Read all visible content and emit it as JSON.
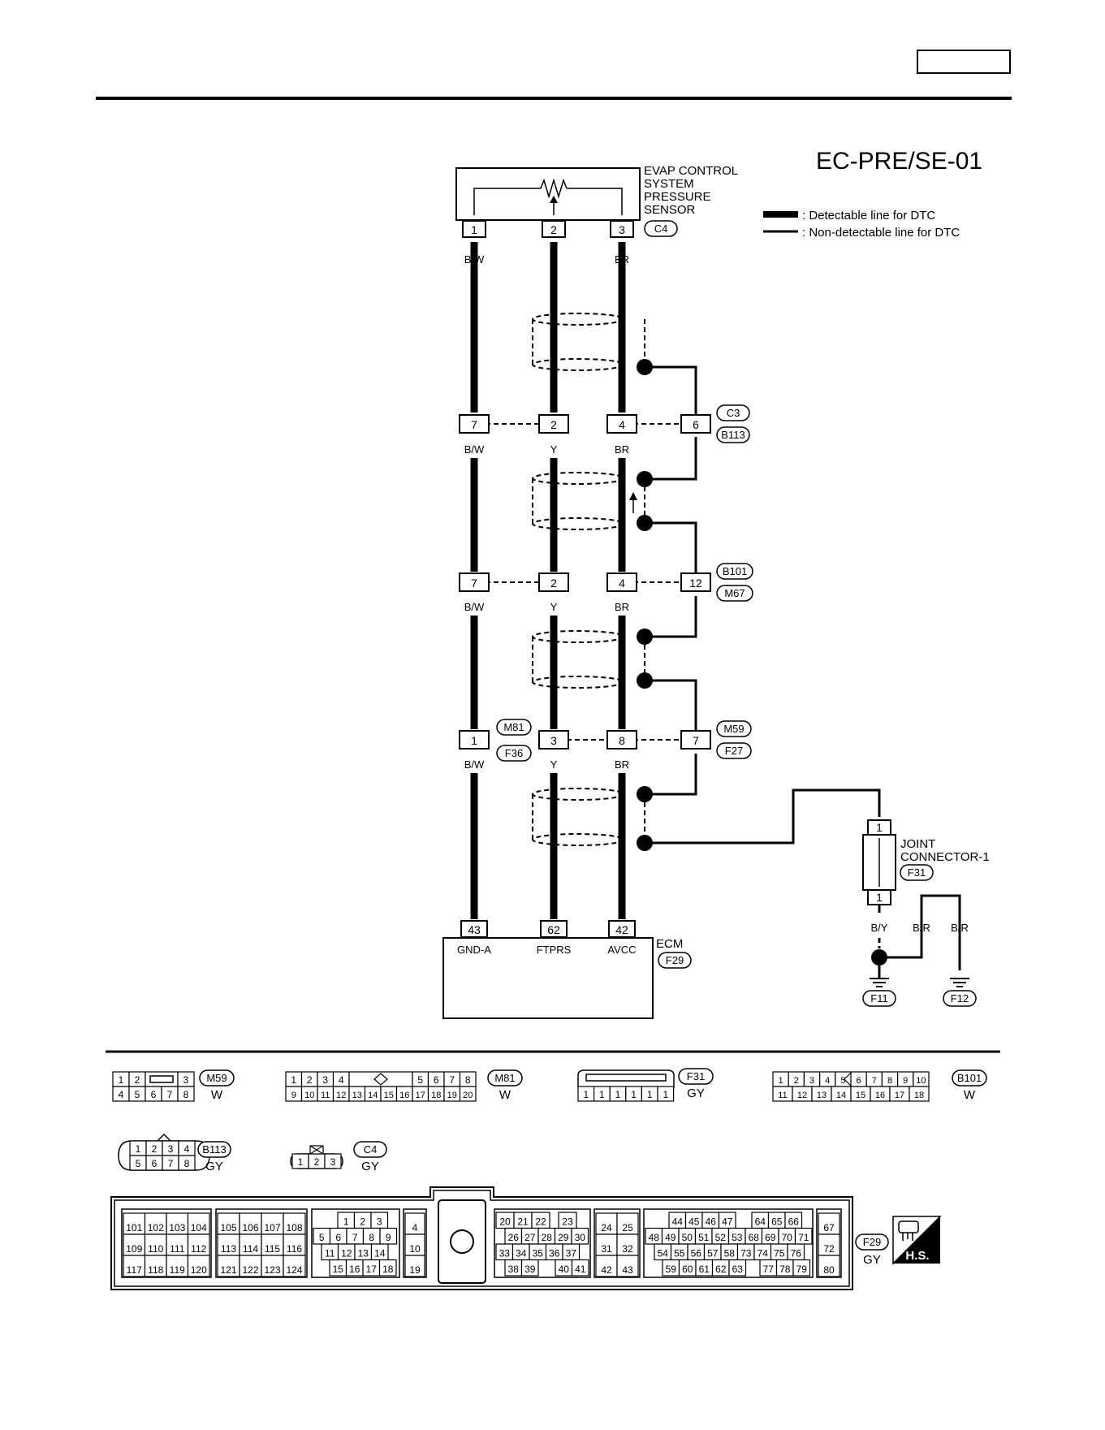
{
  "header": {
    "diagram_code": "EC-PRE/SE-01"
  },
  "legend": [
    {
      "style": "thick",
      "label": ": Detectable line for DTC"
    },
    {
      "style": "thin",
      "label": ": Non-detectable line for DTC"
    }
  ],
  "sensor": {
    "name_lines": [
      "EVAP CONTROL",
      "SYSTEM",
      "PRESSURE",
      "SENSOR"
    ],
    "connector": "C4",
    "pins": [
      "1",
      "2",
      "3"
    ]
  },
  "wire_colors": {
    "gnd": "B/W",
    "signal": "Y",
    "supply": "BR"
  },
  "junctions": [
    {
      "pins": [
        "7",
        "2",
        "4",
        "6"
      ],
      "labels": [
        "C3",
        "B113"
      ]
    },
    {
      "pins": [
        "7",
        "2",
        "4",
        "12"
      ],
      "labels": [
        "B101",
        "M67"
      ]
    },
    {
      "pins": [
        "1",
        "3",
        "8",
        "7"
      ],
      "labels_left": [
        "M81",
        "F36"
      ],
      "labels": [
        "M59",
        "F27"
      ]
    }
  ],
  "ecm": {
    "name": "ECM",
    "connector": "F29",
    "pins": [
      "43",
      "62",
      "42"
    ],
    "terminals": [
      "GND-A",
      "FTPRS",
      "AVCC"
    ]
  },
  "joint": {
    "name_lines": [
      "JOINT",
      "CONNECTOR-1"
    ],
    "connector": "F31",
    "pins": [
      "1",
      "1"
    ],
    "wire_colors": [
      "B/Y",
      "B/R",
      "B/R"
    ],
    "grounds": [
      "F11",
      "F12"
    ]
  },
  "connector_views": {
    "m59": {
      "id": "M59",
      "color": "W",
      "row1": [
        "1",
        "2",
        "3"
      ],
      "row2": [
        "4",
        "5",
        "6",
        "7",
        "8"
      ]
    },
    "m81": {
      "id": "M81",
      "color": "W",
      "row1": [
        "1",
        "2",
        "3",
        "4",
        "5",
        "6",
        "7",
        "8"
      ],
      "row2": [
        "9",
        "10",
        "11",
        "12",
        "13",
        "14",
        "15",
        "16",
        "17",
        "18",
        "19",
        "20"
      ]
    },
    "f31": {
      "id": "F31",
      "color": "GY",
      "row1": [
        "1",
        "1",
        "1",
        "1",
        "1",
        "1"
      ]
    },
    "b101": {
      "id": "B101",
      "color": "W",
      "row1": [
        "1",
        "2",
        "3",
        "4",
        "5",
        "6",
        "7",
        "8",
        "9",
        "10"
      ],
      "row2": [
        "11",
        "12",
        "13",
        "14",
        "15",
        "16",
        "17",
        "18"
      ]
    },
    "b113": {
      "id": "B113",
      "color": "GY",
      "row1": [
        "1",
        "2",
        "3",
        "4"
      ],
      "row2": [
        "5",
        "6",
        "7",
        "8"
      ]
    },
    "c4": {
      "id": "C4",
      "color": "GY",
      "row1": [
        "1",
        "2",
        "3"
      ]
    },
    "f29": {
      "id": "F29",
      "color": "GY",
      "g1": [
        [
          "101",
          "102",
          "103",
          "104"
        ],
        [
          "109",
          "110",
          "111",
          "112"
        ],
        [
          "117",
          "118",
          "119",
          "120"
        ]
      ],
      "g2": [
        [
          "105",
          "106",
          "107",
          "108"
        ],
        [
          "113",
          "114",
          "115",
          "116"
        ],
        [
          "121",
          "122",
          "123",
          "124"
        ]
      ],
      "g3": [
        [
          "1",
          "2",
          "3"
        ],
        [
          "5",
          "6",
          "7",
          "8",
          "9"
        ],
        [
          "11",
          "12",
          "13",
          "14"
        ],
        [
          "15",
          "16",
          "17",
          "18"
        ]
      ],
      "g4": [
        [
          "4"
        ],
        [
          "10"
        ],
        [
          "19"
        ]
      ],
      "g5": [
        [
          "20",
          "21",
          "22",
          "23"
        ],
        [
          "26",
          "27",
          "28",
          "29",
          "30"
        ],
        [
          "33",
          "34",
          "35",
          "36",
          "37"
        ],
        [
          "38",
          "39",
          "40",
          "41"
        ]
      ],
      "g6": [
        [
          "24",
          "25"
        ],
        [
          "31",
          "32"
        ],
        [
          "42",
          "43"
        ]
      ],
      "g7": [
        [
          "44",
          "45",
          "46",
          "47",
          "64",
          "65",
          "66"
        ],
        [
          "48",
          "49",
          "50",
          "51",
          "52",
          "53",
          "68",
          "69",
          "70",
          "71"
        ],
        [
          "54",
          "55",
          "56",
          "57",
          "58",
          "73",
          "74",
          "75",
          "76"
        ],
        [
          "59",
          "60",
          "61",
          "62",
          "63",
          "77",
          "78",
          "79"
        ]
      ],
      "g8": [
        [
          "67"
        ],
        [
          "72"
        ],
        [
          "80"
        ]
      ]
    }
  },
  "badge": {
    "text": "H.S."
  }
}
